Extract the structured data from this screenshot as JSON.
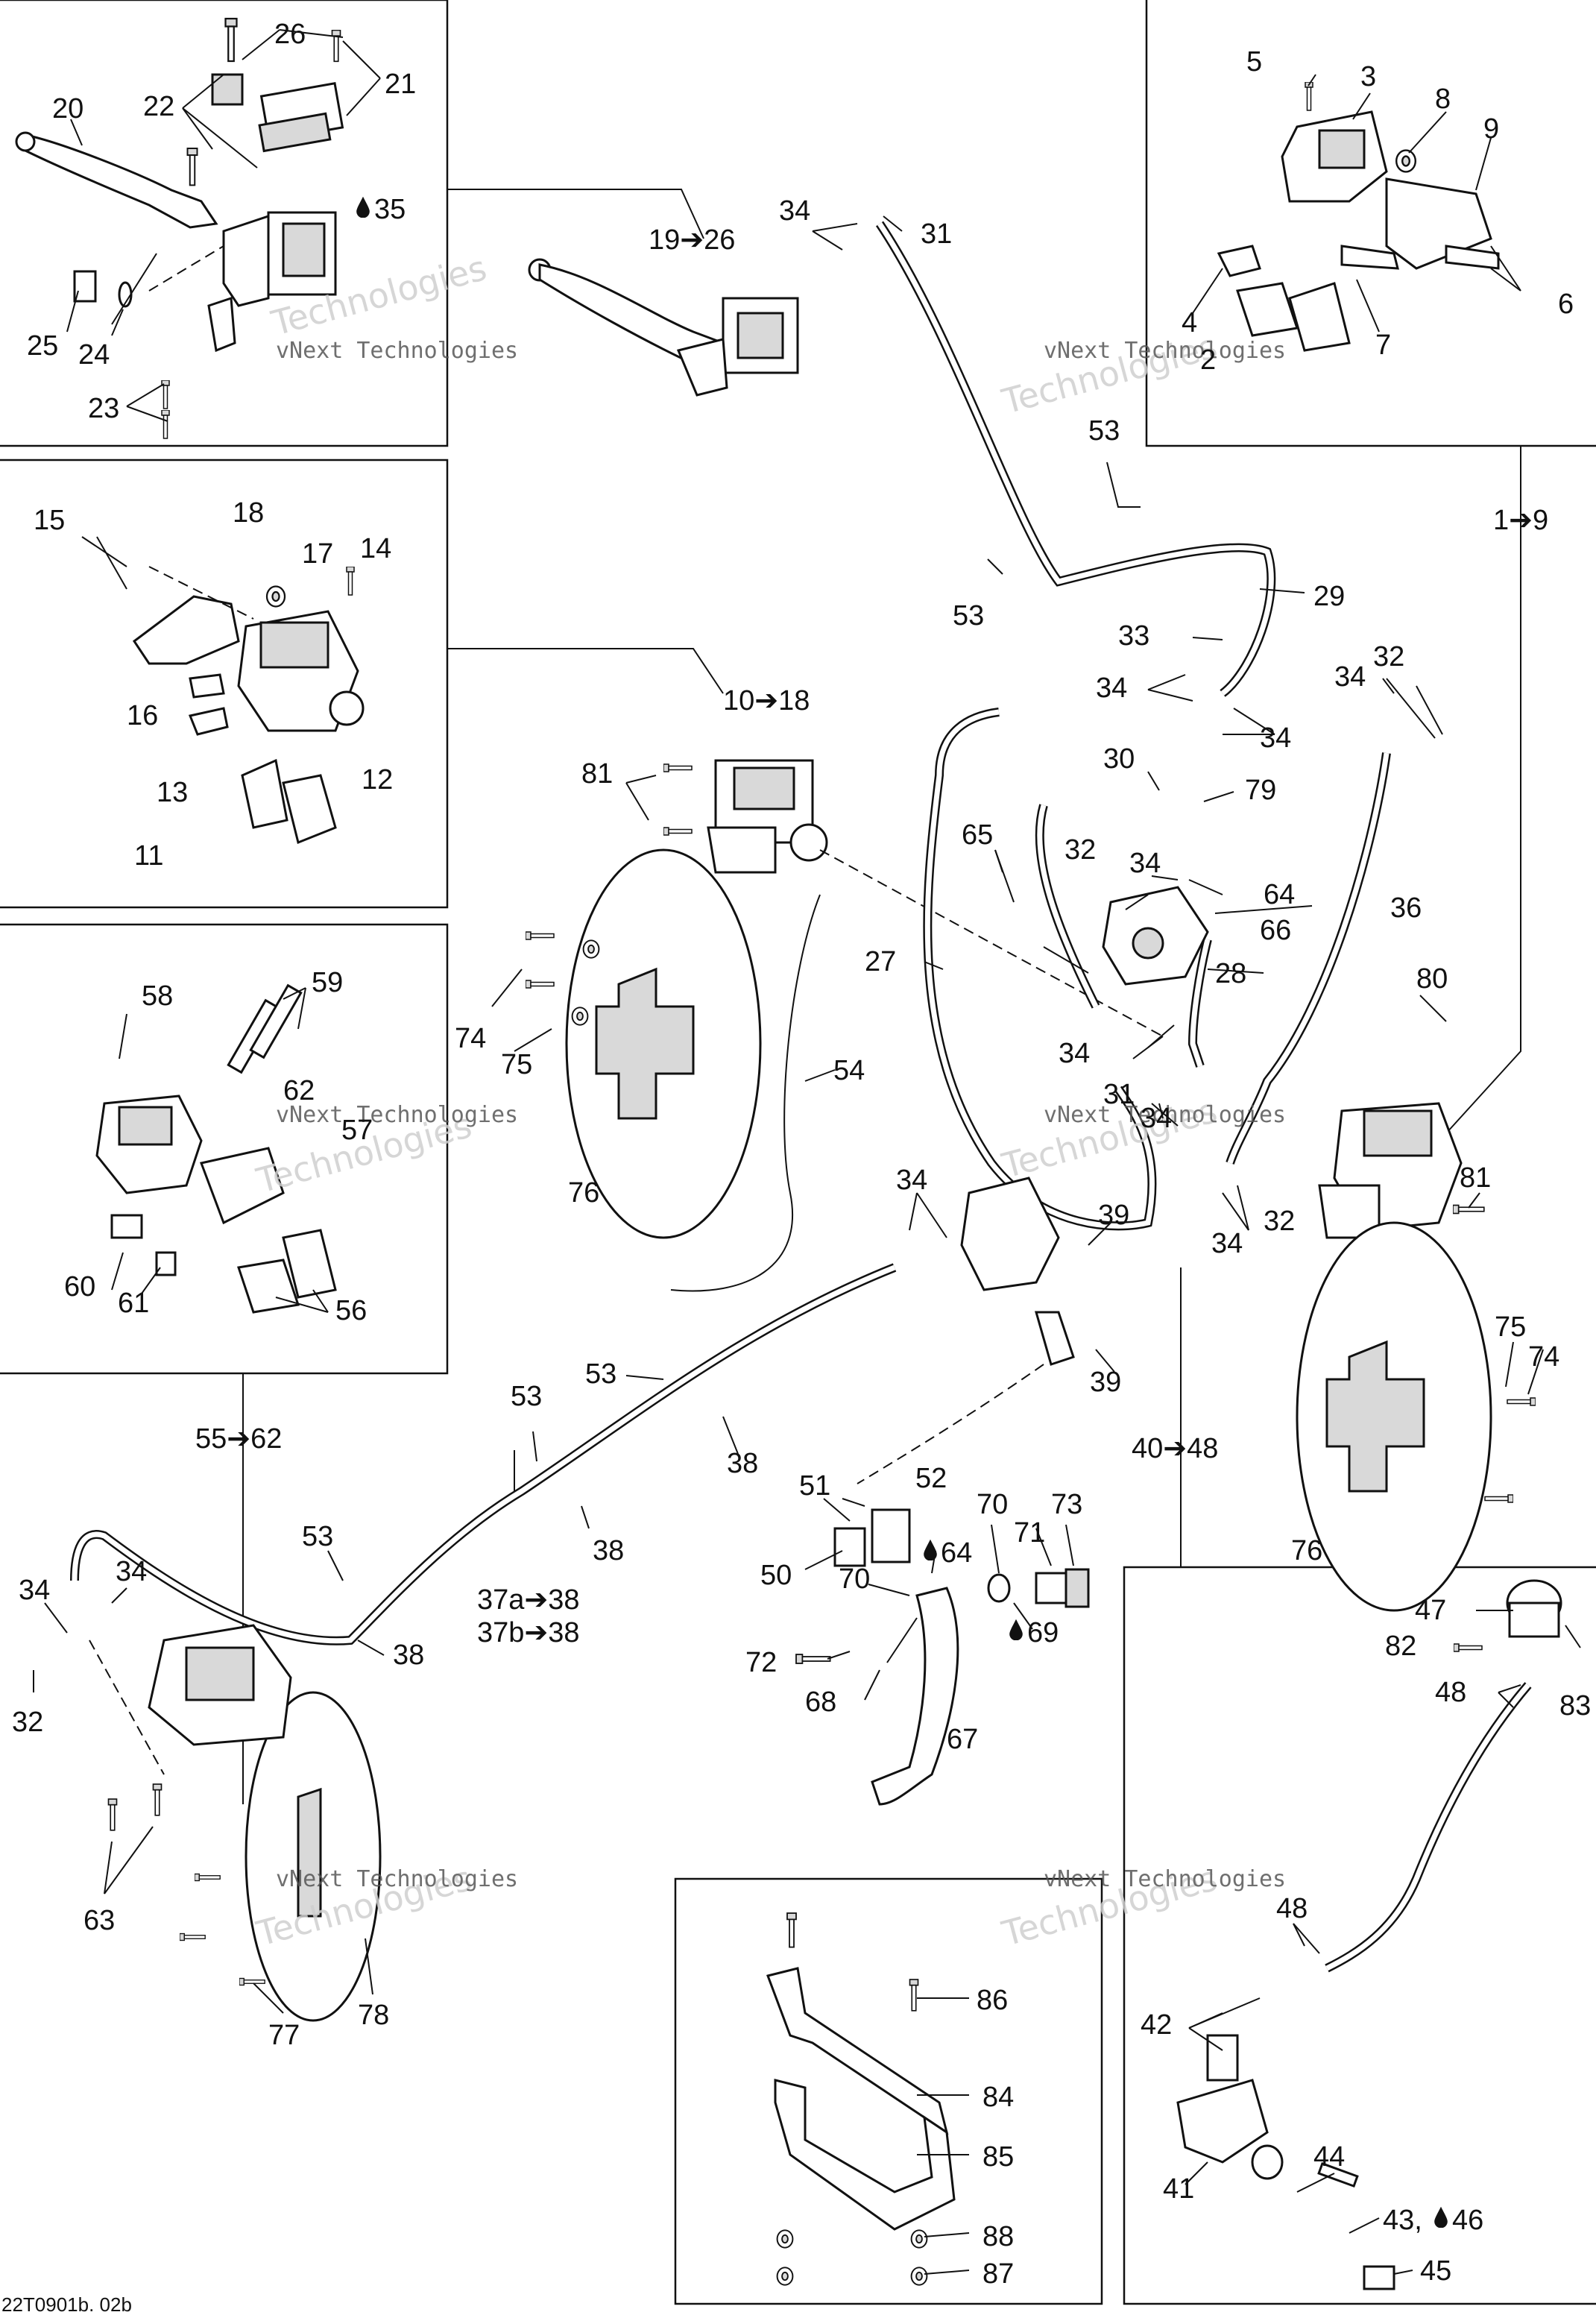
{
  "watermark": {
    "brand": "vNext Technologies",
    "word": "Technologies"
  },
  "footer_code": "22T0901b. 02b",
  "labels": {
    "l20": "20",
    "l22": "22",
    "l26": "26",
    "l21": "21",
    "l35": "35",
    "l25": "25",
    "l24": "24",
    "l23": "23",
    "l19_26": "19➔26",
    "l31a": "31",
    "l34a": "34",
    "l5": "5",
    "l3": "3",
    "l8": "8",
    "l9": "9",
    "l4": "4",
    "l2": "2",
    "l7": "7",
    "l6": "6",
    "l53a": "53",
    "l1_9": "1➔9",
    "l53b": "53",
    "l29": "29",
    "l15": "15",
    "l18": "18",
    "l17": "17",
    "l14": "14",
    "l16": "16",
    "l12": "12",
    "l13": "13",
    "l11": "11",
    "l10_18": "10➔18",
    "l33": "33",
    "l34b": "34",
    "l34c": "34",
    "l32a": "32",
    "l34d": "34",
    "l81a": "81",
    "l30": "30",
    "l79": "79",
    "l65": "65",
    "l32b": "32",
    "l34e": "34",
    "l64a": "64",
    "l66": "66",
    "l36": "36",
    "l27": "27",
    "l28": "28",
    "l80": "80",
    "l34f": "34",
    "l31b": "31",
    "l34g": "34",
    "l54": "54",
    "l58": "58",
    "l59": "59",
    "l62": "62",
    "l57": "57",
    "l60": "60",
    "l61": "61",
    "l56": "56",
    "l74a": "74",
    "l75a": "75",
    "l76a": "76",
    "l34h": "34",
    "l39a": "39",
    "l81b": "81",
    "l32c": "32",
    "l34i": "34",
    "l39b": "39",
    "l53c": "53",
    "l53d": "53",
    "l38a": "38",
    "l55_62": "55➔62",
    "l40_48": "40➔48",
    "l75b": "75",
    "l74b": "74",
    "l76b": "76",
    "l51": "51",
    "l52": "52",
    "l50": "50",
    "l64b": "64",
    "l70a": "70",
    "l70b": "70",
    "l71": "71",
    "l73": "73",
    "l69": "69",
    "l72": "72",
    "l68": "68",
    "l67": "67",
    "l53e": "53",
    "l38b": "38",
    "l37a": "37a➔38",
    "l37b": "37b➔38",
    "l38c": "38",
    "l34j": "34",
    "l34k": "34",
    "l32d": "32",
    "l63": "63",
    "l77": "77",
    "l78": "78",
    "l47": "47",
    "l82": "82",
    "l83": "83",
    "l48a": "48",
    "l48b": "48",
    "l86": "86",
    "l84": "84",
    "l85": "85",
    "l88": "88",
    "l87": "87",
    "l42": "42",
    "l44": "44",
    "l43_46": "43, ",
    "l46": "46",
    "l41": "41",
    "l45": "45"
  }
}
